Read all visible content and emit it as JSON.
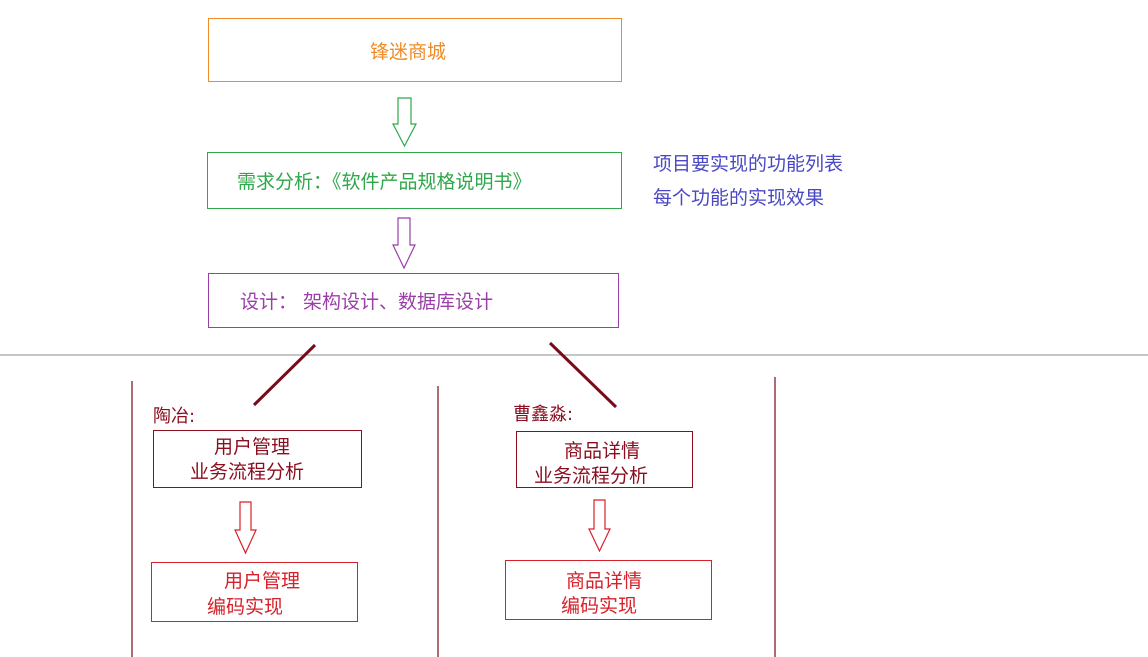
{
  "top": {
    "title": "锋迷商城",
    "requirements": "需求分析：《软件产品规格说明书》",
    "design": "设计： 架构设计、数据库设计"
  },
  "notes": {
    "line1": "项目要实现的功能列表",
    "line2": "每个功能的实现效果"
  },
  "left": {
    "person": "陶冶:",
    "task_line1": "用户管理",
    "task_line2": "业务流程分析",
    "impl_line1": "用户管理",
    "impl_line2": "编码实现"
  },
  "right": {
    "person": "曹鑫淼:",
    "task_line1": "商品详情",
    "task_line2": "业务流程分析",
    "impl_line1": "商品详情",
    "impl_line2": "编码实现"
  },
  "colors": {
    "orange": "#f08c28",
    "green": "#2ea84a",
    "purple": "#9b3fa8",
    "blue": "#4a48c4",
    "maroon": "#7b0a18",
    "red": "#d6212a",
    "darkred": "#8a0e1f"
  }
}
